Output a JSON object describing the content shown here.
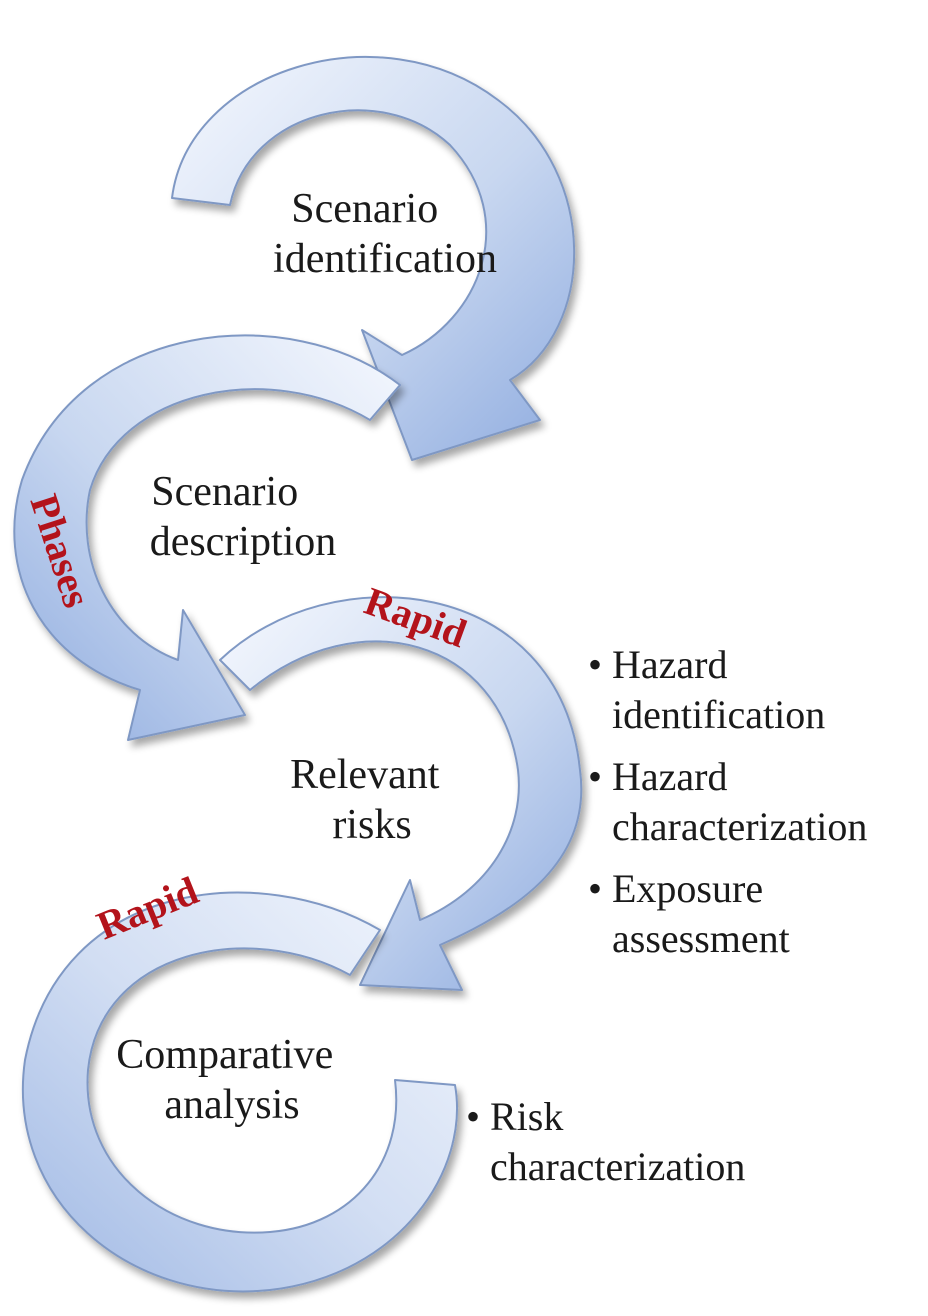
{
  "stages": [
    {
      "id": "scenario-identification",
      "lines": [
        "Scenario",
        "identification"
      ]
    },
    {
      "id": "scenario-description",
      "lines": [
        "Scenario",
        "description"
      ]
    },
    {
      "id": "relevant-risks",
      "lines": [
        "Relevant",
        "risks"
      ]
    },
    {
      "id": "comparative-analysis",
      "lines": [
        "Comparative",
        "analysis"
      ]
    }
  ],
  "labels": {
    "phases": "Phases",
    "rapid_1": "Rapid",
    "rapid_2": "Rapid"
  },
  "risk_steps": [
    {
      "bullet": "•",
      "lines": [
        "Hazard",
        "identification"
      ]
    },
    {
      "bullet": "•",
      "lines": [
        "Hazard",
        "characterization"
      ]
    },
    {
      "bullet": "•",
      "lines": [
        "Exposure",
        "assessment"
      ]
    }
  ],
  "analysis_steps": [
    {
      "bullet": "•",
      "lines": [
        "Risk",
        "characterization"
      ]
    }
  ],
  "colors": {
    "arrow_light": "#f4f7fd",
    "arrow_mid": "#c3d3ee",
    "arrow_dark": "#8aa7dc",
    "arrow_stroke": "#7f98c4",
    "label_red": "#b3131b",
    "text": "#1a1a1a"
  }
}
